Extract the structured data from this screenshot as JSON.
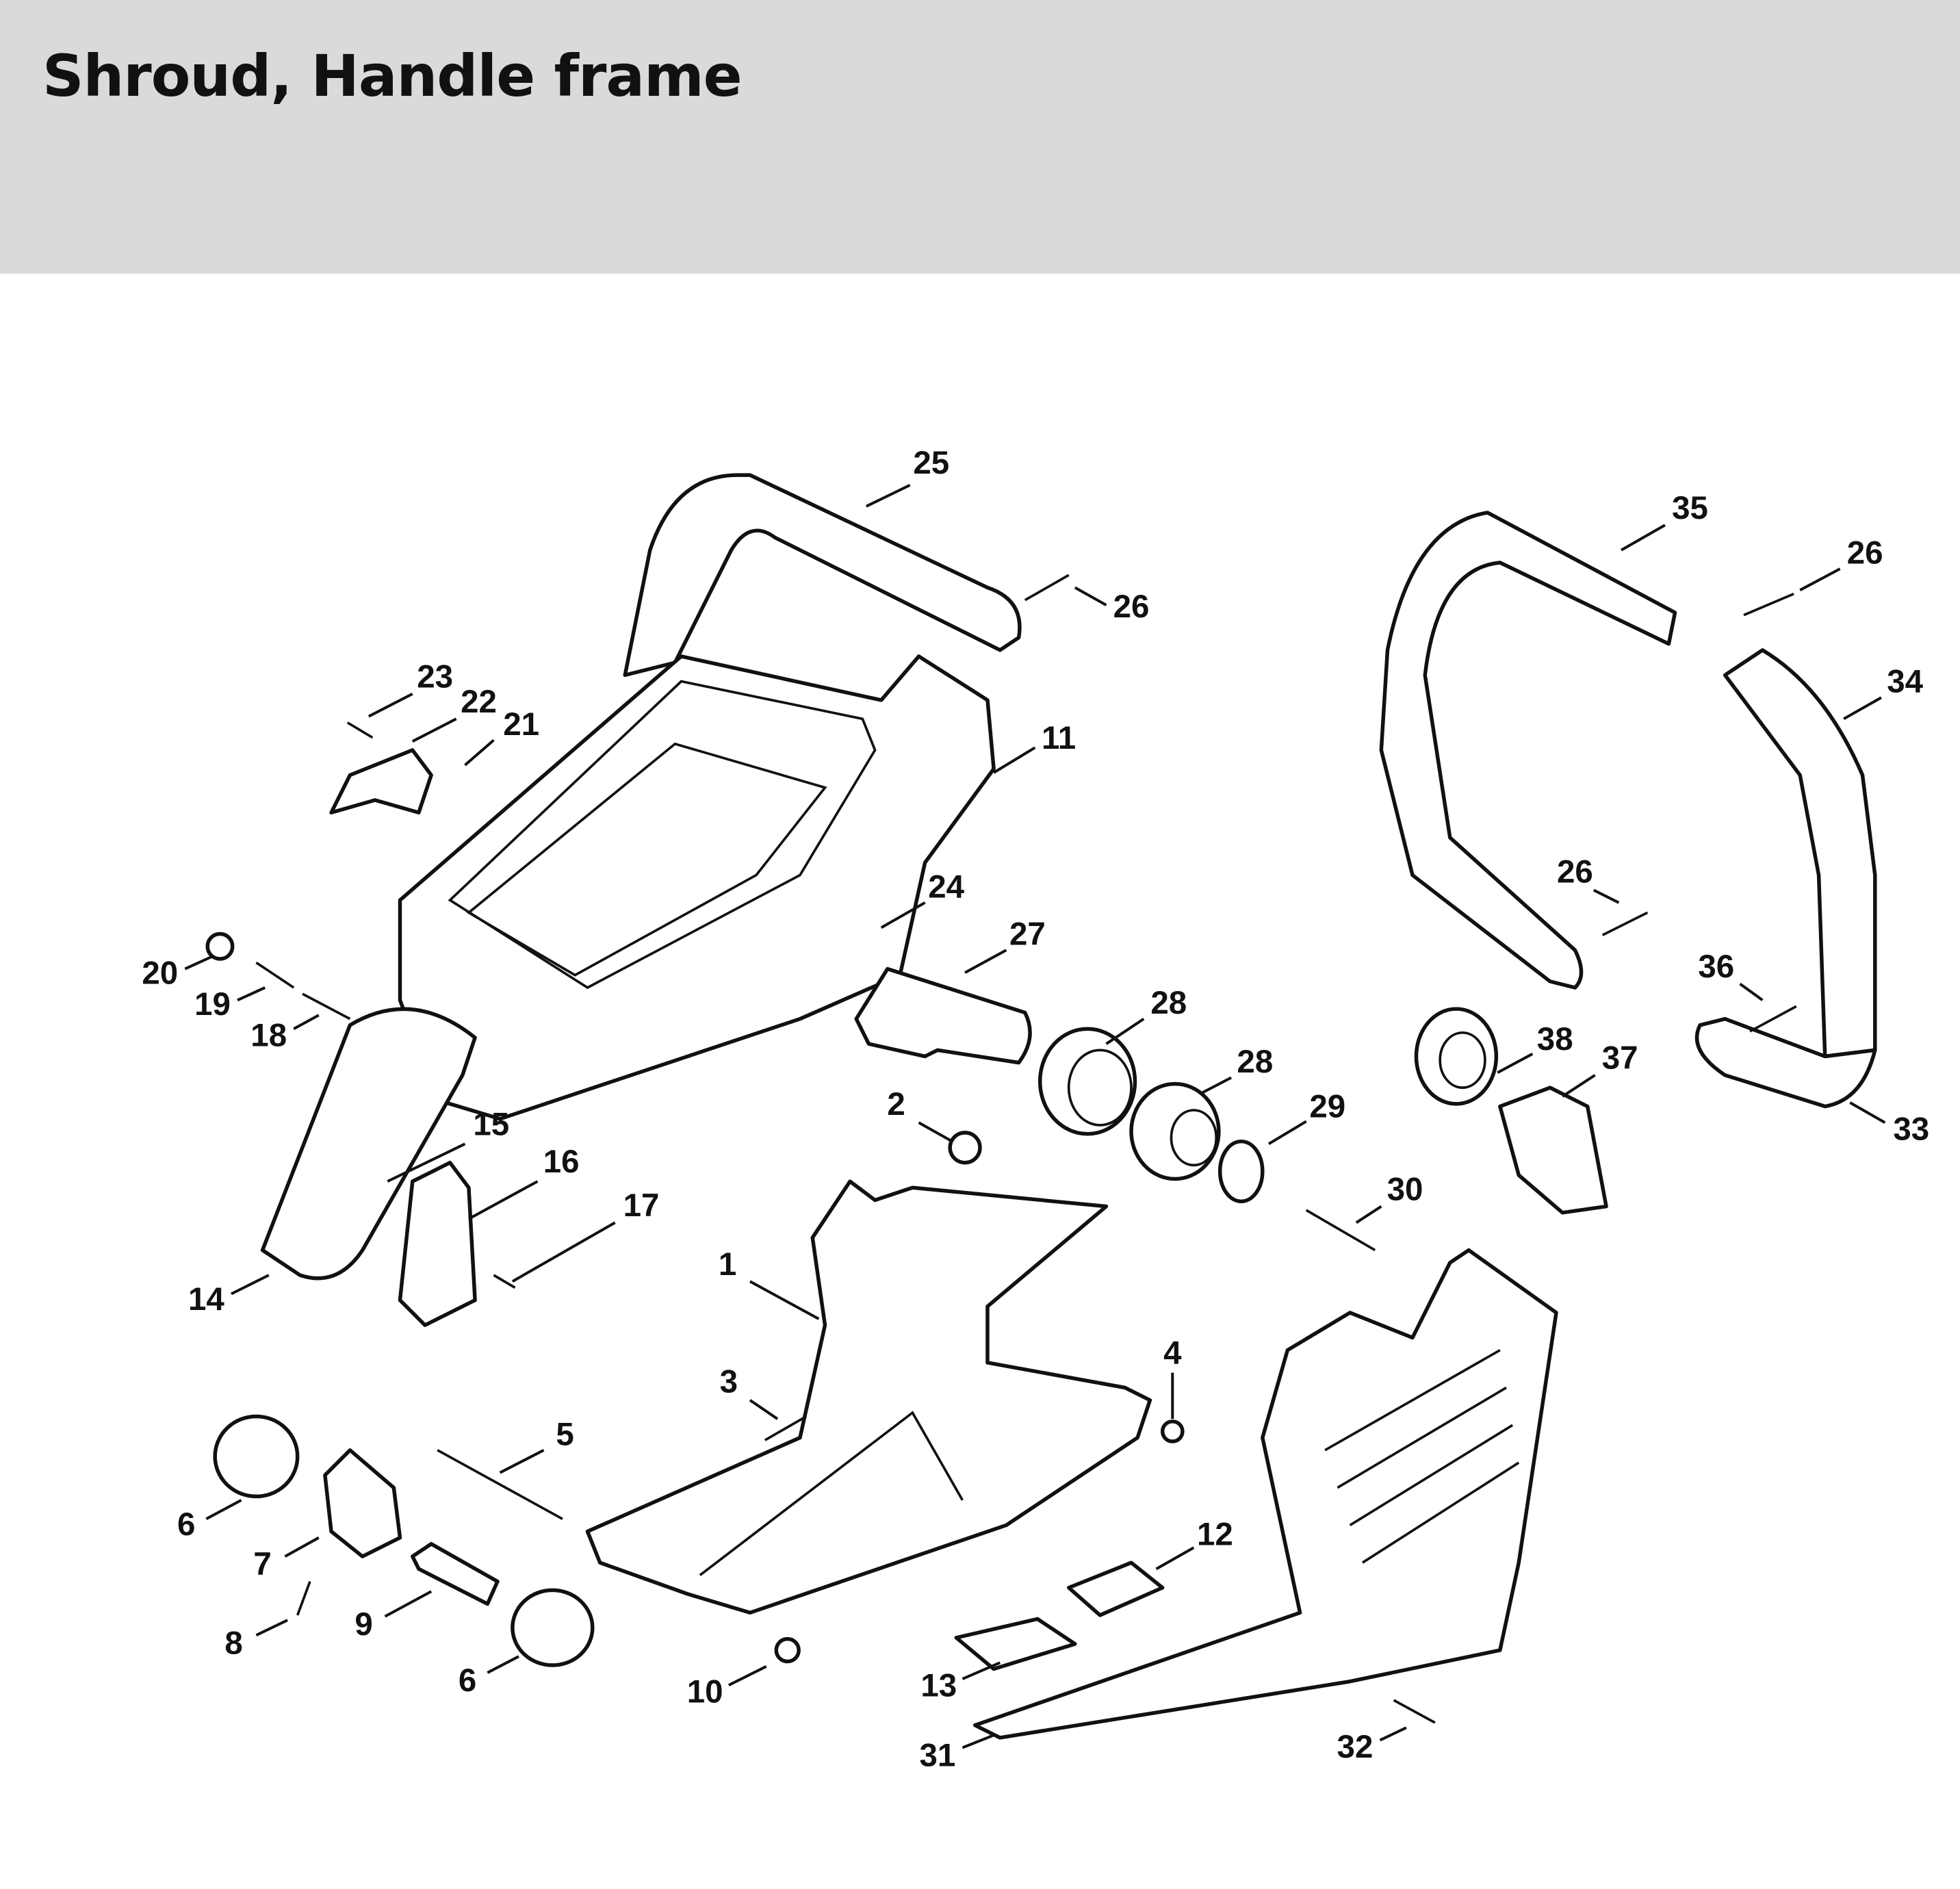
{
  "header": {
    "title": "Shroud, Handle frame"
  },
  "colors": {
    "header_bg": "#d9dbda",
    "ink": "#111111"
  },
  "callouts": [
    "25",
    "26",
    "23",
    "22",
    "21",
    "11",
    "24",
    "27",
    "20",
    "19",
    "18",
    "28",
    "28",
    "29",
    "2",
    "15",
    "16",
    "17",
    "14",
    "1",
    "30",
    "35",
    "26",
    "34",
    "26",
    "36",
    "38",
    "37",
    "33",
    "4",
    "3",
    "5",
    "6",
    "7",
    "8",
    "9",
    "6",
    "10",
    "12",
    "13",
    "31",
    "32"
  ]
}
